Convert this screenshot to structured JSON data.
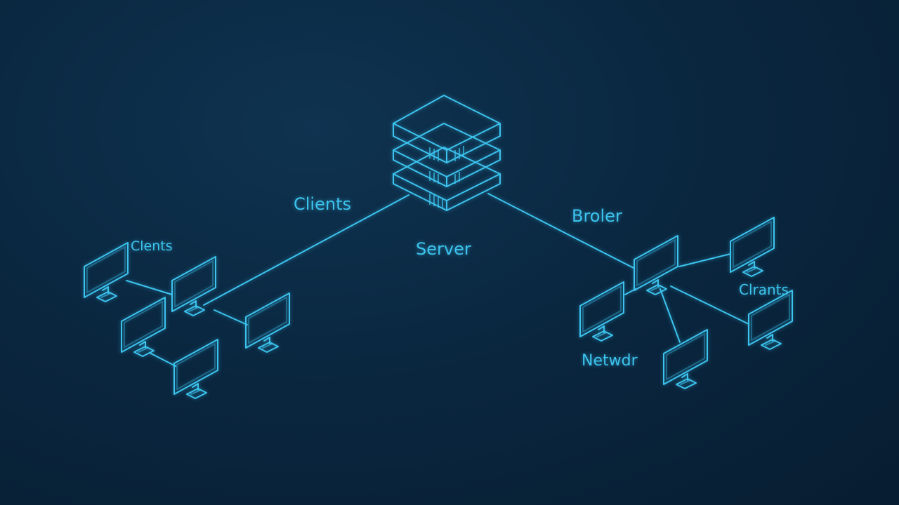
{
  "labels": {
    "clients_top": "Clients",
    "clients_left": "Clents",
    "server": "Server",
    "broker": "Broler",
    "clients_right": "Clrants",
    "network": "Netwdr"
  },
  "colors": {
    "background": "#0a2740",
    "accent": "#3cc3ee"
  },
  "icons": [
    "server-rack-icon",
    "monitor-icon"
  ]
}
